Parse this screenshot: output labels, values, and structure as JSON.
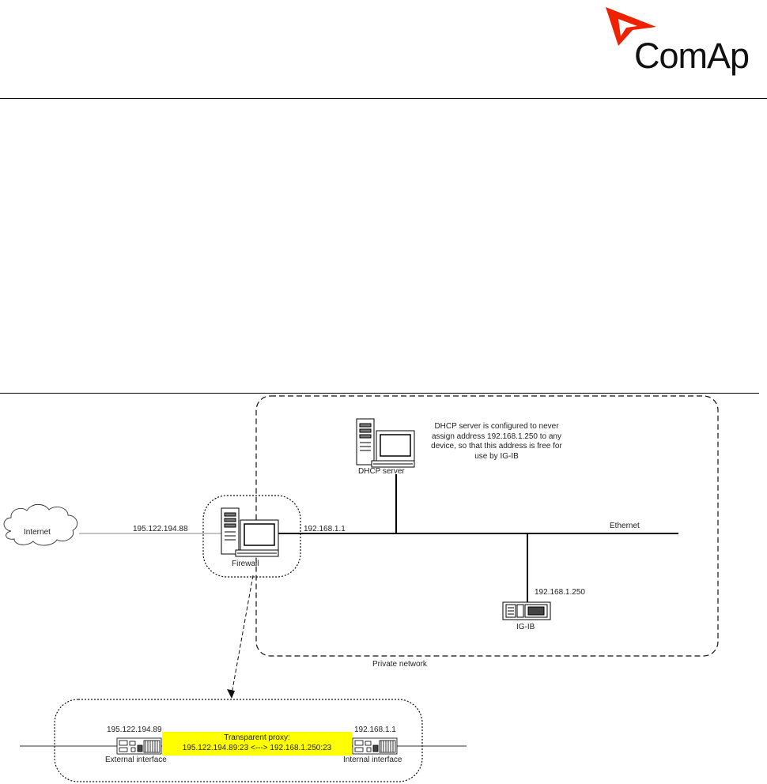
{
  "header": {
    "logo_text": "ComAp",
    "brand_color": "#ee2200"
  },
  "diagram": {
    "internet_label": "Internet",
    "wan_ip": "195.122.194.88",
    "lan_gateway_ip": "192.168.1.1",
    "firewall_label": "Firewall",
    "dhcp_label": "DHCP server",
    "dhcp_note": [
      "DHCP server is configured to never",
      "assign address 192.168.1.250 to any",
      "device, so that this address is free for",
      "use by IG-IB"
    ],
    "ethernet_label": "Ethernet",
    "igib_ip": "192.168.1.250",
    "igib_label": "IG-IB",
    "private_network_label": "Private network",
    "external_ip": "195.122.194.89",
    "internal_ip": "192.168.1.1",
    "proxy_title": "Transparent proxy:",
    "proxy_mapping": "195.122.194.89:23 <---> 192.168.1.250:23",
    "external_interface_label": "External interface",
    "internal_interface_label": "Internal interface",
    "proxy_highlight_color": "#ffff00"
  }
}
